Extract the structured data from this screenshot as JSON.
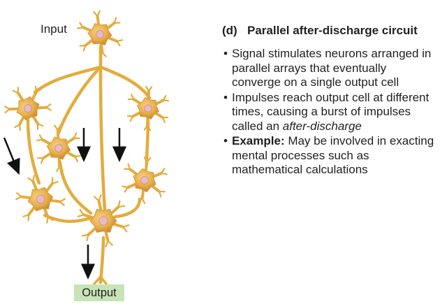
{
  "diagram": {
    "input_label": "Input",
    "output_label": "Output",
    "colors": {
      "neuron_body": "#e8b04a",
      "neuron_core": "#d99a47",
      "axon": "#e3ac3c",
      "nucleus": "#e9b9c4",
      "arrow": "#111111",
      "output_highlight": "#c8e3b5"
    }
  },
  "panel": {
    "tag": "(d)",
    "title": "Parallel after-discharge circuit",
    "bullets": [
      {
        "parts": [
          {
            "text": "Signal stimulates neurons arranged in parallel arrays that eventually converge on a single output cell"
          }
        ]
      },
      {
        "parts": [
          {
            "text": "Impulses reach output cell at different times, causing a burst of impulses called an "
          },
          {
            "text": "after-discharge",
            "style": "italic"
          }
        ]
      },
      {
        "parts": [
          {
            "text": "Example:",
            "style": "bold"
          },
          {
            "text": " May be involved in exacting mental processes such as mathematical calculations"
          }
        ]
      }
    ]
  }
}
